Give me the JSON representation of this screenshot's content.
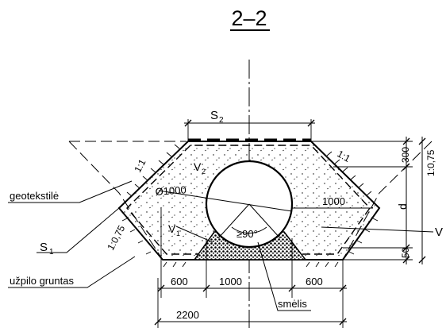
{
  "section": {
    "title": "2–2"
  },
  "labels": {
    "s2": "S",
    "s2_sub": "2",
    "s1": "S",
    "s1_sub": "1",
    "v2": "V",
    "v2_sub": "2",
    "v1": "V",
    "v1_sub": "1",
    "v": "V",
    "diameter": "Ø1000",
    "angle": "≥90°",
    "slope_left_top": "1:1",
    "slope_right_top": "1:1",
    "slope_left_bottom": "1:0,75",
    "slope_right_top2": "1:0,75",
    "d": "d"
  },
  "callouts": {
    "geotextile": "geotekstilė",
    "backfill": "užpilo gruntas",
    "sand": "smėlis"
  },
  "dimensions": {
    "d300": "300",
    "d50": "50",
    "d1000_right": "1000",
    "d600_left": "600",
    "d1000_mid": "1000",
    "d600_right": "600",
    "d2200": "2200"
  }
}
